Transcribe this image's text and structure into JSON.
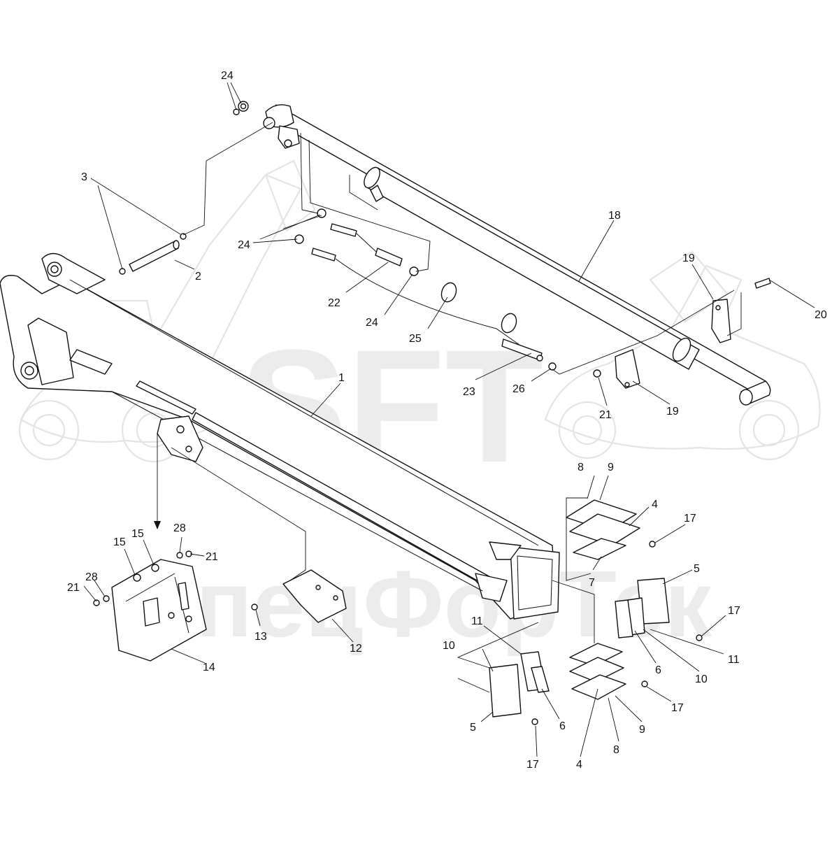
{
  "watermark": {
    "logo": "SFT",
    "caption": "СпецФорТек"
  },
  "callouts": [
    {
      "id": "c1",
      "label": "1"
    },
    {
      "id": "c2",
      "label": "2"
    },
    {
      "id": "c3",
      "label": "3"
    },
    {
      "id": "c4a",
      "label": "4"
    },
    {
      "id": "c4b",
      "label": "4"
    },
    {
      "id": "c5a",
      "label": "5"
    },
    {
      "id": "c5b",
      "label": "5"
    },
    {
      "id": "c6a",
      "label": "6"
    },
    {
      "id": "c6b",
      "label": "6"
    },
    {
      "id": "c7",
      "label": "7"
    },
    {
      "id": "c8a",
      "label": "8"
    },
    {
      "id": "c8b",
      "label": "8"
    },
    {
      "id": "c9a",
      "label": "9"
    },
    {
      "id": "c9b",
      "label": "9"
    },
    {
      "id": "c10a",
      "label": "10"
    },
    {
      "id": "c10b",
      "label": "10"
    },
    {
      "id": "c11a",
      "label": "11"
    },
    {
      "id": "c11b",
      "label": "11"
    },
    {
      "id": "c12",
      "label": "12"
    },
    {
      "id": "c13",
      "label": "13"
    },
    {
      "id": "c14",
      "label": "14"
    },
    {
      "id": "c15a",
      "label": "15"
    },
    {
      "id": "c15b",
      "label": "15"
    },
    {
      "id": "c17a",
      "label": "17"
    },
    {
      "id": "c17b",
      "label": "17"
    },
    {
      "id": "c17c",
      "label": "17"
    },
    {
      "id": "c17d",
      "label": "17"
    },
    {
      "id": "c18",
      "label": "18"
    },
    {
      "id": "c19a",
      "label": "19"
    },
    {
      "id": "c19b",
      "label": "19"
    },
    {
      "id": "c20",
      "label": "20"
    },
    {
      "id": "c21a",
      "label": "21"
    },
    {
      "id": "c21b",
      "label": "21"
    },
    {
      "id": "c21c",
      "label": "21"
    },
    {
      "id": "c22",
      "label": "22"
    },
    {
      "id": "c23",
      "label": "23"
    },
    {
      "id": "c24a",
      "label": "24"
    },
    {
      "id": "c24b",
      "label": "24"
    },
    {
      "id": "c24c",
      "label": "24"
    },
    {
      "id": "c25",
      "label": "25"
    },
    {
      "id": "c26",
      "label": "26"
    },
    {
      "id": "c28a",
      "label": "28"
    },
    {
      "id": "c28b",
      "label": "28"
    }
  ]
}
